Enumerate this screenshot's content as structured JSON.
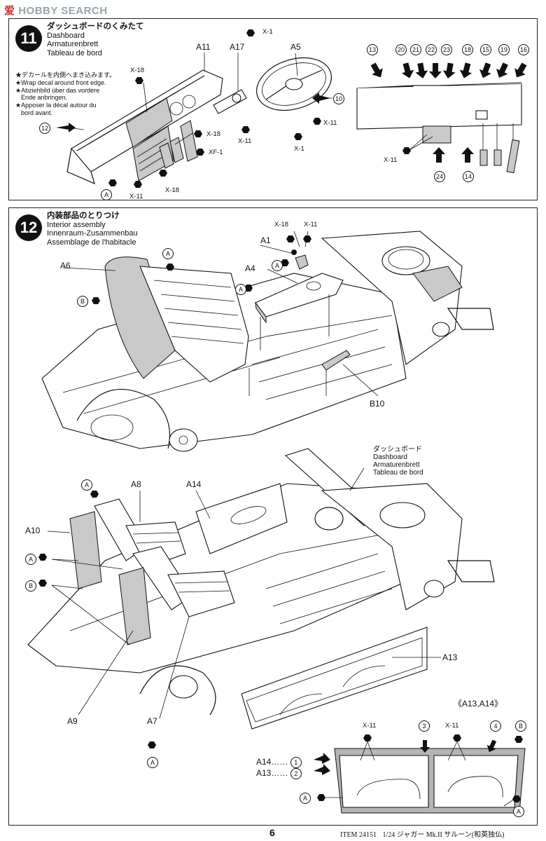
{
  "watermark": {
    "jp": "爱",
    "text": "HOBBY SEARCH"
  },
  "step11": {
    "number": "11",
    "title_jp": "ダッシュボードのくみたて",
    "title_en": "Dashboard",
    "title_de": "Armaturenbrett",
    "title_fr": "Tableau de bord",
    "note_jp": "★デカールを内側へまき込みます。",
    "note_en": "★Wrap decal around front edge.",
    "note_de1": "★Abziehbild über das vordere",
    "note_de2": "Ende anbringen.",
    "note_fr1": "★Apposer la décal autour du",
    "note_fr2": "bord avant.",
    "parts": {
      "a11": "A11",
      "a17": "A17",
      "a5": "A5"
    },
    "screws": {
      "x1a": "X-1",
      "x18a": "X-18",
      "x18b": "X-18",
      "x18c": "X-18",
      "xf1": "XF-1",
      "x11a": "X-11",
      "x11b": "X-11",
      "x11c": "X-11",
      "x1b": "X-1",
      "x11d": "X-11"
    },
    "callouts": {
      "c12": "12",
      "c10": "10",
      "cA": "A"
    },
    "decals": [
      "13",
      "20",
      "21",
      "22",
      "23",
      "18",
      "15",
      "19",
      "16"
    ],
    "decals_bottom": {
      "d24": "24",
      "d14": "14"
    }
  },
  "step12": {
    "number": "12",
    "title_jp": "内装部品のとりつけ",
    "title_en": "Interior assembly",
    "title_de": "Innenraum-Zusammenbau",
    "title_fr": "Assemblage de l'habitacle",
    "parts": {
      "a1": "A1",
      "a4": "A4",
      "a6": "A6",
      "b10": "B10",
      "a8": "A8",
      "a14": "A14",
      "a10": "A10",
      "a13": "A13",
      "a9": "A9",
      "a7": "A7"
    },
    "screws": {
      "x18": "X-18",
      "x11": "X-11"
    },
    "callouts": {
      "A": "A",
      "B": "B"
    },
    "dash_label_jp": "ダッシュボード",
    "dash_label_en": "Dashboard",
    "dash_label_de": "Armaturenbrett",
    "dash_label_fr": "Tableau de bord",
    "detail_title": "《A13,A14》",
    "detail": {
      "row1_part": "A14",
      "row1_dots": "……",
      "row1_num": "1",
      "row2_part": "A13",
      "row2_dots": "……",
      "row2_num": "2",
      "x11a": "X-11",
      "x11b": "X-11",
      "n3": "3",
      "n4": "4",
      "B": "B",
      "A1": "A",
      "A2": "A"
    }
  },
  "footer": {
    "page": "6",
    "item": "ITEM 24151",
    "desc": "1/24 ジャガー Mk.II サルーン(和英独仏)"
  }
}
